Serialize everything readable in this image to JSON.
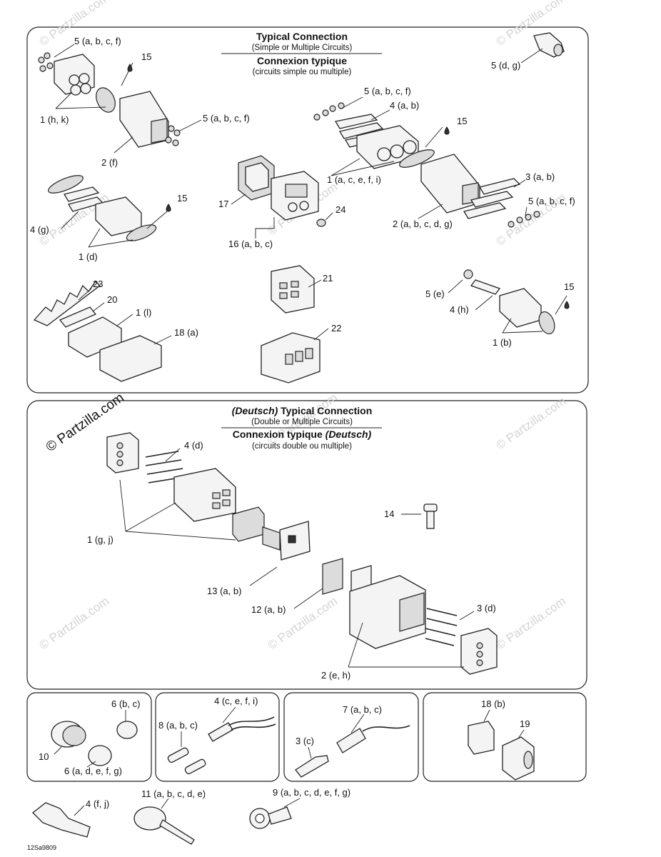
{
  "top_panel": {
    "title_en": "Typical Connection",
    "subtitle_en": "(Simple or Multiple Circuits)",
    "title_fr": "Connexion typique",
    "subtitle_fr": "(circuits simple ou multiple)"
  },
  "middle_panel": {
    "title_en_prefix": "(Deutsch)",
    "title_en": " Typical Connection",
    "subtitle_en": "(Double or Multiple Circuits)",
    "title_fr": "Connexion typique ",
    "title_fr_suffix": "(Deutsch)",
    "subtitle_fr": "(circuits double ou multiple)"
  },
  "labels": {
    "p5_abcf_top": "5 (a, b, c, f)",
    "p15_a": "15",
    "p1_hk": "1 (h, k)",
    "p2_f": "2 (f)",
    "p5_abcf_mid": "5 (a, b, c, f)",
    "p5_dg": "5 (d, g)",
    "p5_abcf_right": "5 (a, b, c, f)",
    "p4_ab": "4 (a, b)",
    "p15_b": "15",
    "p1_aceif": "1 (a, c, e, f, i)",
    "p3_ab": "3 (a, b)",
    "p5_abcf_rr": "5 (a, b, c, f)",
    "p2_abcdg": "2 (a, b, c, d, g)",
    "p17": "17",
    "p24": "24",
    "p16_abc": "16 (a, b, c)",
    "p4_g": "4 (g)",
    "p15_c": "15",
    "p1_d": "1 (d)",
    "p21": "21",
    "p22": "22",
    "p23": "23",
    "p20": "20",
    "p1_l": "1 (l)",
    "p18_a": "18 (a)",
    "p5_e": "5 (e)",
    "p15_d": "15",
    "p4_h": "4 (h)",
    "p1_b": "1 (b)",
    "p4_d": "4 (d)",
    "p14": "14",
    "p1_gj": "1 (g, j)",
    "p13_ab": "13 (a, b)",
    "p12_ab": "12 (a, b)",
    "p3_d": "3 (d)",
    "p2_eh": "2 (e, h)",
    "p6_bc": "6 (b, c)",
    "p10": "10",
    "p6_adefg": "6 (a, d, e, f, g)",
    "p4_cefi": "4 (c, e, f, i)",
    "p8_abc": "8 (a, b, c)",
    "p7_abc": "7 (a, b, c)",
    "p3_c": "3 (c)",
    "p18_b": "18 (b)",
    "p19": "19",
    "p4_fj": "4 (f, j)",
    "p11_abcde": "11 (a, b, c, d, e)",
    "p9_abcdefg": "9 (a, b, c, d, e, f, g)"
  },
  "watermarks": {
    "repeat": "© Partzilla.com",
    "main": "© Partzilla.com"
  },
  "reference_code": "12Sa9809",
  "icons": [
    "drop-icon",
    "seal-icon",
    "terminal-icon",
    "connector-housing-icon",
    "ring-terminal-icon",
    "cable-tie-icon"
  ]
}
